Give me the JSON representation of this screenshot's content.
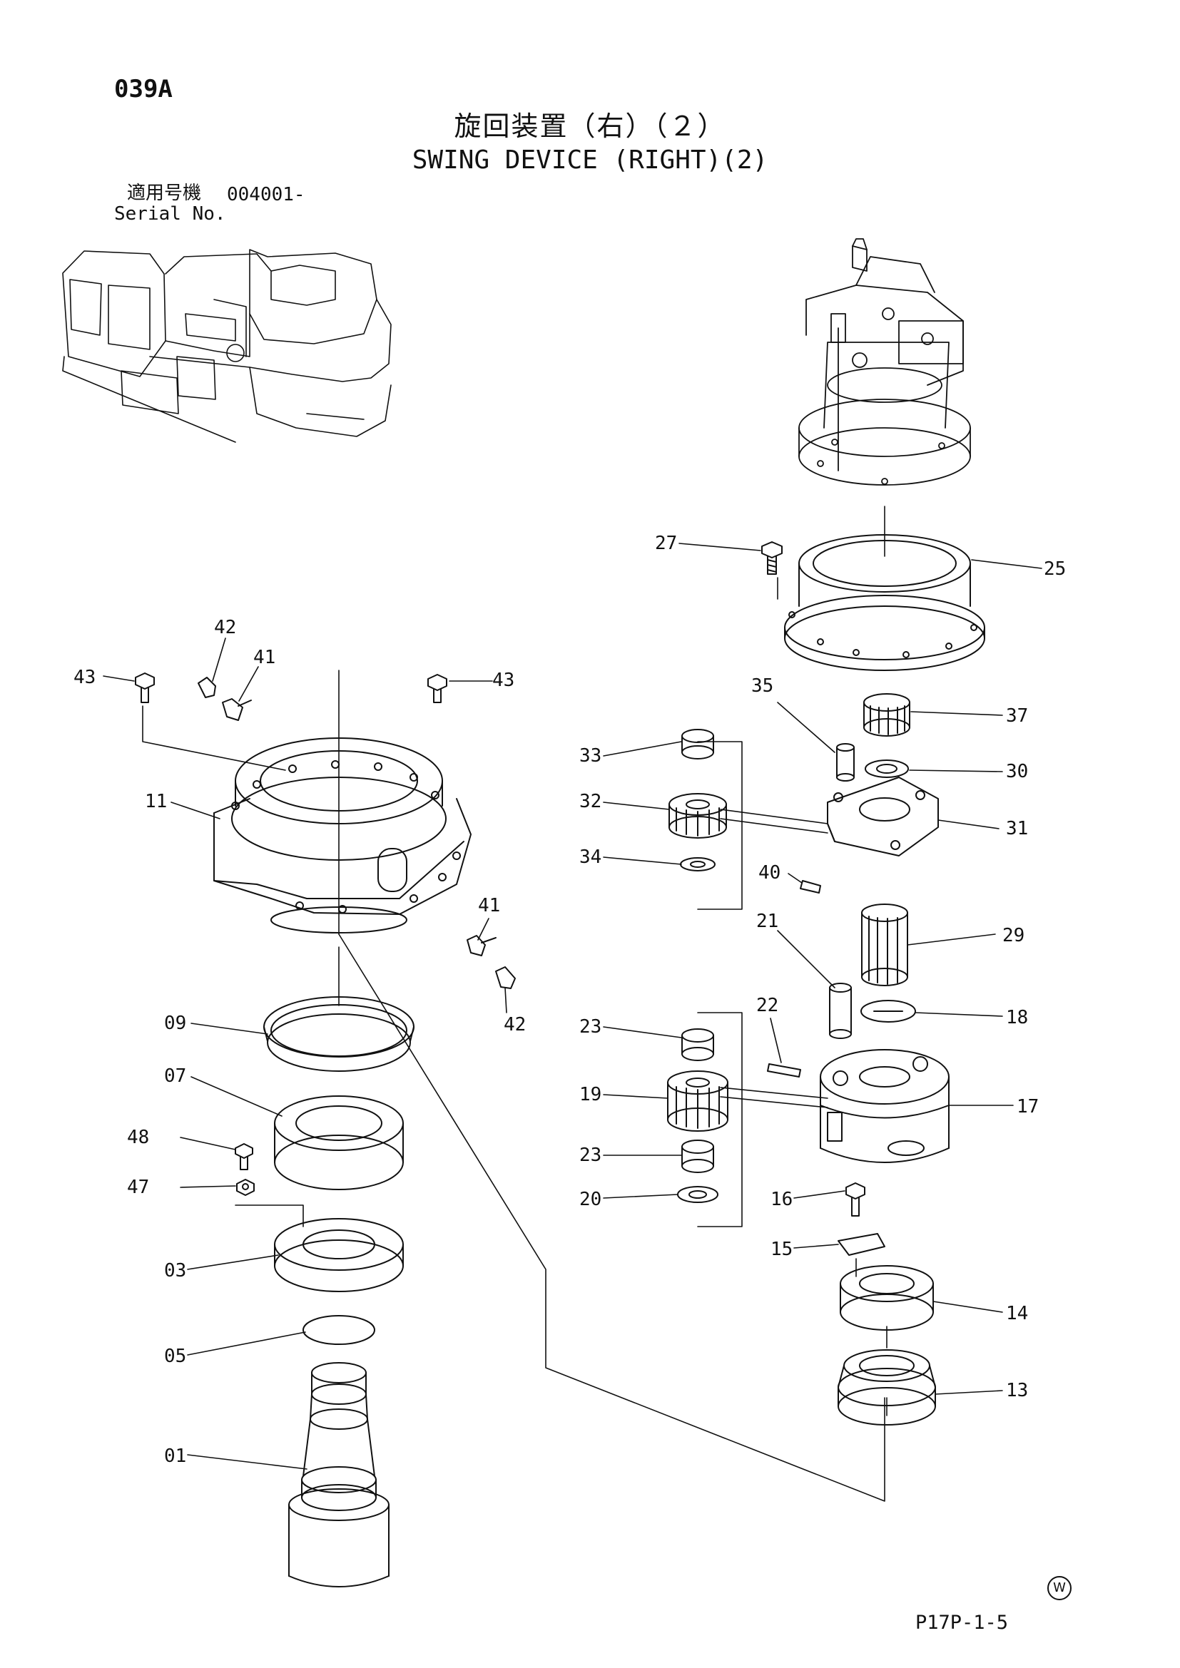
{
  "header": {
    "page_code": "039A",
    "title_jp": "旋回装置（右）（２）",
    "title_en": "SWING DEVICE (RIGHT)(2)",
    "serial_label_jp": "適用号機",
    "serial_value": "004001-",
    "serial_label_en": "Serial No."
  },
  "footer": {
    "sheet_id": "P17P-1-5",
    "mark": "W"
  },
  "callouts": [
    "43",
    "42",
    "41",
    "43",
    "11",
    "41",
    "42",
    "09",
    "07",
    "48",
    "47",
    "03",
    "05",
    "01",
    "27",
    "25",
    "35",
    "37",
    "33",
    "30",
    "32",
    "31",
    "34",
    "40",
    "21",
    "29",
    "18",
    "22",
    "23",
    "17",
    "19",
    "23",
    "20",
    "16",
    "15",
    "14",
    "13"
  ]
}
